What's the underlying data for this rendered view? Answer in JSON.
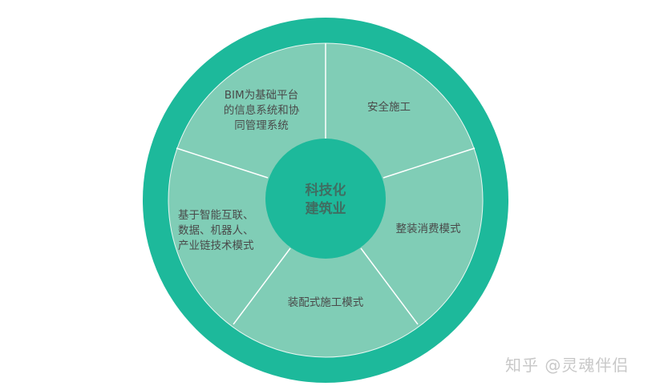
{
  "center": {
    "line1": "科技化",
    "line2": "建筑业"
  },
  "segments": [
    {
      "lines": [
        "BIM为基础平台",
        "的信息系统和协",
        "同管理系统"
      ]
    },
    {
      "lines": [
        "安全施工"
      ]
    },
    {
      "lines": [
        "整装消费模式"
      ]
    },
    {
      "lines": [
        "装配式施工模式"
      ]
    },
    {
      "lines": [
        "基于智能互联、",
        "数据、机器人、",
        "产业链技术模式"
      ]
    }
  ],
  "watermark": "知乎 @灵魂伴侣",
  "colors": {
    "ring": "#1db99b",
    "segment": "#80cdb6",
    "center": "#1db99b",
    "divider": "#ffffff"
  }
}
